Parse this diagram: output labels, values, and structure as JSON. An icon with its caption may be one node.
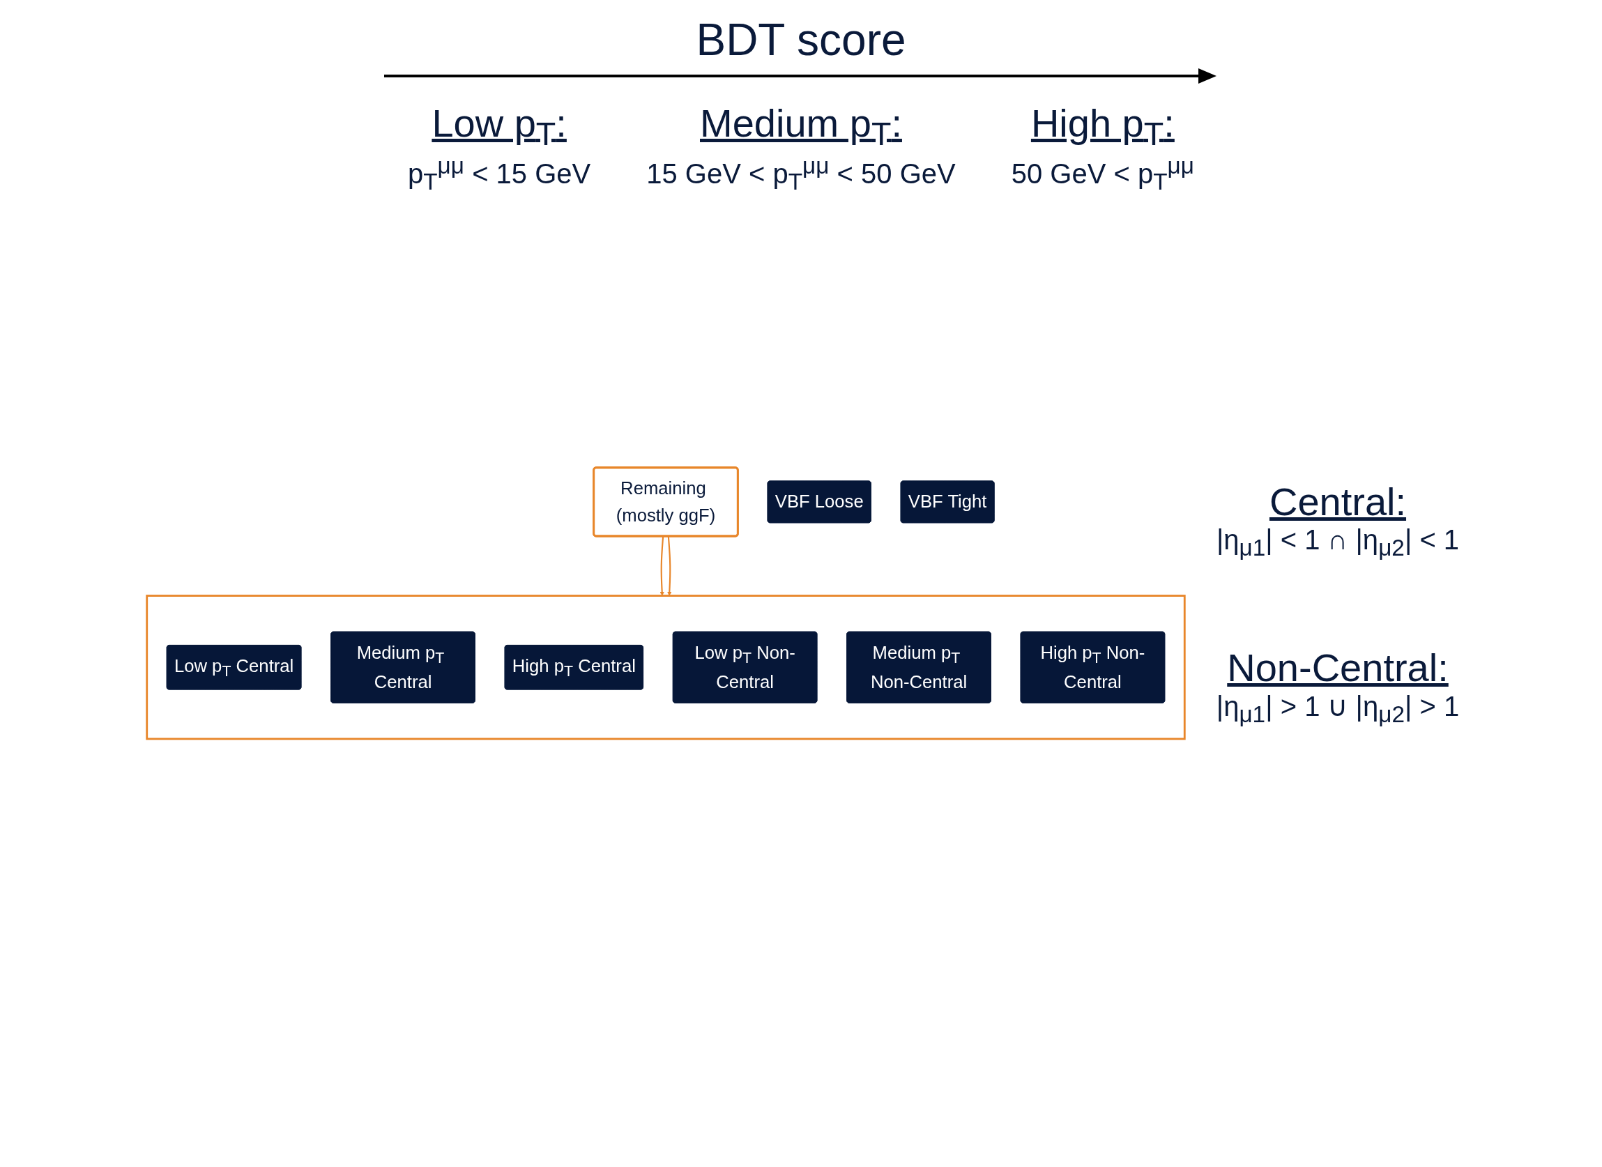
{
  "diagram": {
    "nodes": [
      {
        "text": [
          "Remaining (mostly ggF)"
        ]
      },
      {
        "text": [
          "VBF Loose"
        ]
      },
      {
        "text": [
          "VBF Tight"
        ]
      },
      {
        "text": [],
        "shape": "box"
      },
      {
        "text": [
          "Low p$_{T}$ Central"
        ],
        "in": 3
      },
      {
        "text": [
          "Medium p$_{T}$ Central"
        ],
        "in": 3
      },
      {
        "text": [
          "High p$_{T}$ Central"
        ],
        "in": 3
      },
      {
        "text": [
          "Low p$_{T}$ Non-Central"
        ],
        "in": 3
      },
      {
        "text": [
          "Medium p$_{T}$ Non-Central"
        ],
        "in": 3
      },
      {
        "text": [
          "High p$_{T}$ Non-Central"
        ],
        "in": 3
      }
    ],
    "edges": [
      {
        "from": 0,
        "to": 3,
        "arrow": "to",
        "color": "#e8862a"
      },
      {
        "from": 0,
        "to": 3,
        "arrow": "to",
        "color": "#e8862a"
      }
    ],
    "labels": [
      "BDT score",
      "Low p$_{T}$:",
      "p$_{T}$$^{μμ}$ < 15 GeV",
      "Medium p$_{T}$:",
      "15 GeV < p$_{T}$$^{μμ}$ < 50 GeV",
      "High p$_{T}$:",
      "50 GeV < p$_{T}$$^{μμ}$",
      "Central:",
      "|η$_{μ1}$| < 1 ∩ |η$_{μ2}$| < 1",
      "Non-Central:",
      "|η$_{μ1}$| > 1 ∪ |η$_{μ2}$| > 1"
    ]
  }
}
